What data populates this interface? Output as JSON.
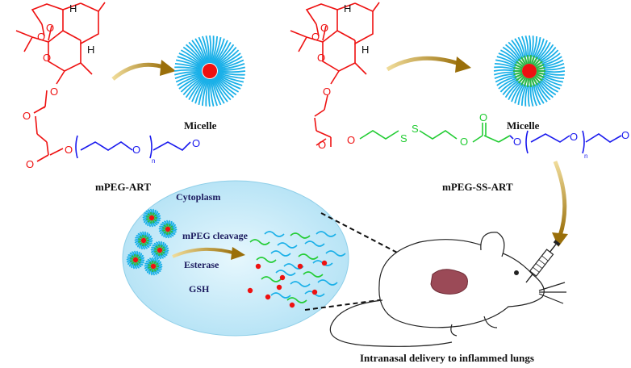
{
  "labels": {
    "micelle_left": "Micelle",
    "micelle_right": "Micelle",
    "compound_left": "mPEG-ART",
    "compound_right": "mPEG-SS-ART",
    "cytoplasm": "Cytoplasm",
    "mpeg_cleavage": "mPEG cleavage",
    "esterase": "Esterase",
    "gsh": "GSH",
    "caption": "Intranasal delivery to inflammed lungs"
  },
  "atoms": {
    "H": "H",
    "O": "O",
    "S": "S",
    "n": "n"
  },
  "colors": {
    "art": "#ee1111",
    "peg": "#1a1aee",
    "disulfide": "#22cc33",
    "micelle_shell": "#1ab0e8",
    "micelle_core_ring": "#2db84a",
    "drug_core": "#ee1111",
    "arrow": "#b58a14",
    "cell": "#cdeefa",
    "label_blue": "#1a1a5e",
    "lung": "#9b4a57"
  },
  "icons": [
    "micelle-icon",
    "mouse-icon",
    "syringe-icon",
    "lung-icon"
  ]
}
